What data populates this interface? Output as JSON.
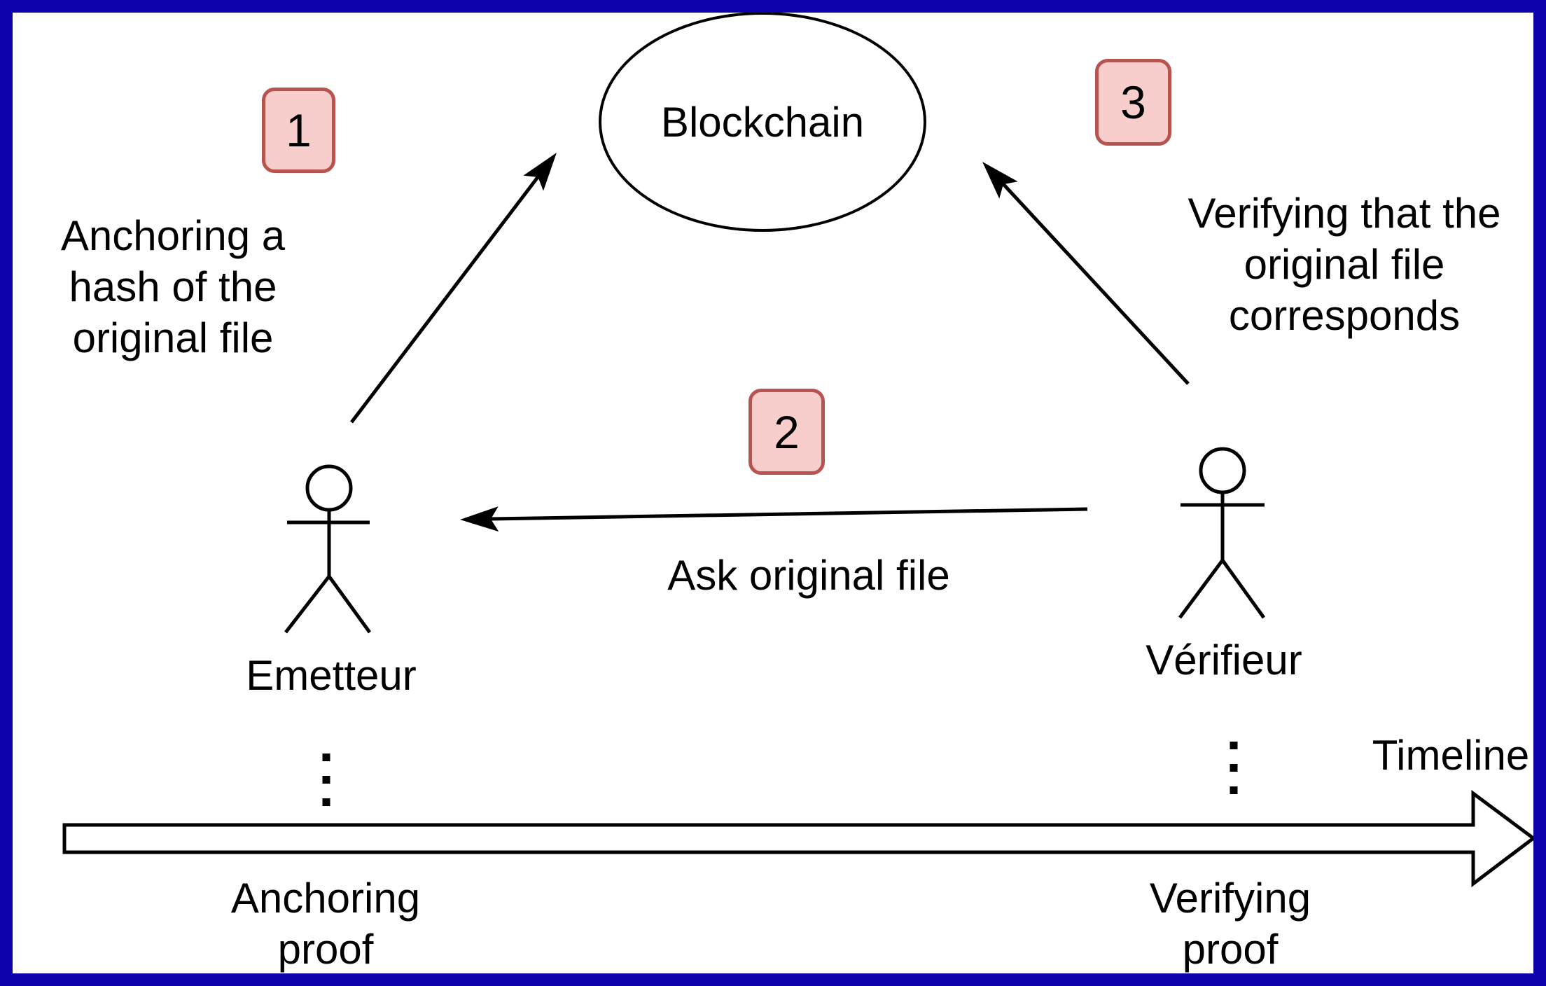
{
  "blockchain": {
    "label": "Blockchain"
  },
  "actors": {
    "emitter": "Emetteur",
    "verifier": "Vérifieur"
  },
  "steps": {
    "one": "1",
    "two": "2",
    "three": "3"
  },
  "annotations": {
    "anchoring_lines": [
      "Anchoring a",
      "hash of the",
      "original file"
    ],
    "ask_label": "Ask original file",
    "verifying_lines": [
      "Verifying that the",
      "original file",
      "corresponds"
    ]
  },
  "timeline": {
    "label": "Timeline",
    "anchoring_proof_lines": [
      "Anchoring",
      "proof"
    ],
    "verifying_proof_lines": [
      "Verifying",
      "proof"
    ]
  },
  "colors": {
    "border": "#0e03ab",
    "badge_fill": "#f8cecc",
    "badge_stroke": "#b85450",
    "line": "#000000"
  }
}
